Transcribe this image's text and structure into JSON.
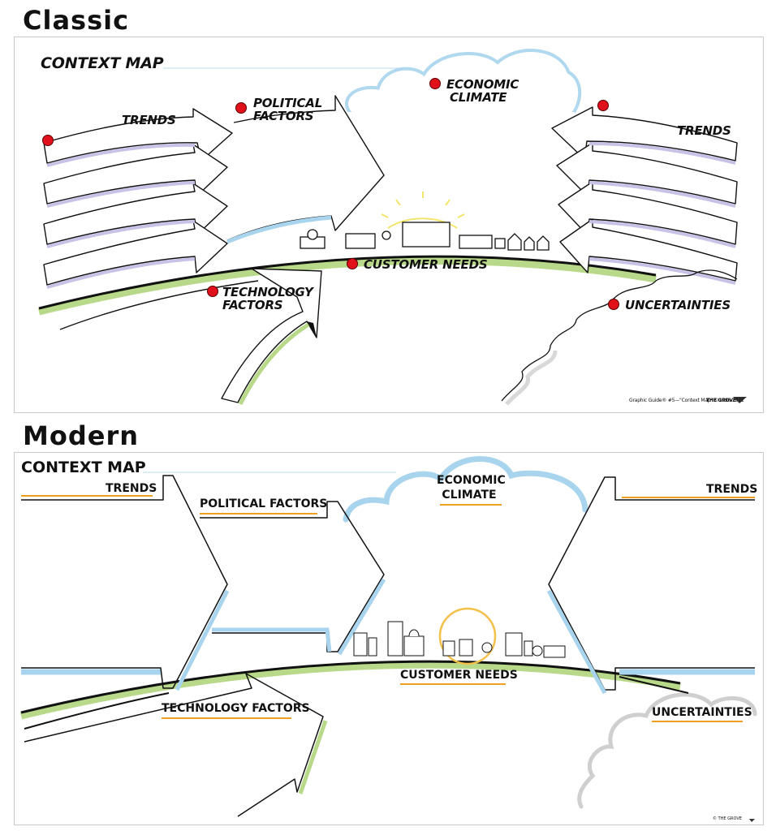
{
  "sections": {
    "classic": "Classic",
    "modern": "Modern"
  },
  "classic": {
    "title": "CONTEXT MAP",
    "labels": {
      "trends_left": "TRENDS",
      "political_1": "POLITICAL",
      "political_2": "FACTORS",
      "economic_1": "ECONOMIC",
      "economic_2": "CLIMATE",
      "trends_right": "TRENDS",
      "customer_needs": "CUSTOMER NEEDS",
      "technology_1": "TECHNOLOGY",
      "technology_2": "FACTORS",
      "uncertainties": "UNCERTAINTIES"
    },
    "footer": "Graphic Guide® #5—\"Context Map\" ©1996-2011",
    "brand": "THE GROVE"
  },
  "modern": {
    "title": "CONTEXT MAP",
    "labels": {
      "trends_left": "TRENDS",
      "political": "POLITICAL FACTORS",
      "economic_1": "ECONOMIC",
      "economic_2": "CLIMATE",
      "trends_right": "TRENDS",
      "customer_needs": "CUSTOMER NEEDS",
      "technology": "TECHNOLOGY FACTORS",
      "uncertainties": "UNCERTAINTIES"
    },
    "footer": "© THE GROVE"
  },
  "colors": {
    "marker_red": "#e0111b",
    "sky_blue": "#a8d4ee",
    "ground_green": "#b8d98a",
    "underline_orange": "#f0a020",
    "arrow_shadow_purple": "#c9c2e6",
    "cloud_gray": "#cfcfcf",
    "sun_yellow": "#f3e46a"
  }
}
